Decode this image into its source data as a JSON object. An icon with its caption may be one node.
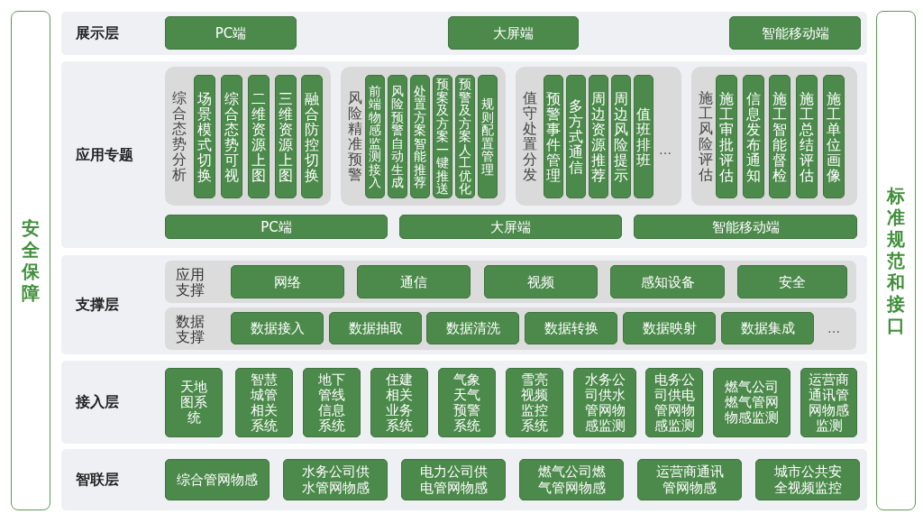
{
  "diagram": {
    "nodes": [
      {
        "text": [
          "安全保障"
        ]
      },
      {
        "text": [
          "展示层"
        ]
      },
      {
        "text": [
          "PC端"
        ],
        "in": 1
      },
      {
        "text": [
          "大屏端"
        ],
        "in": 1
      },
      {
        "text": [
          "智能移动端"
        ],
        "in": 1
      },
      {
        "text": [
          "应用专题"
        ]
      },
      {
        "text": [
          "综合态势分析"
        ],
        "in": 5
      },
      {
        "text": [
          "场景模式切换"
        ],
        "in": 6
      },
      {
        "text": [
          "综合态势可视"
        ],
        "in": 6
      },
      {
        "text": [
          "二维资源上图"
        ],
        "in": 6
      },
      {
        "text": [
          "三维资源上图"
        ],
        "in": 6
      },
      {
        "text": [
          "融合防控切换"
        ],
        "in": 6
      },
      {
        "text": [
          "风险精准预警"
        ],
        "in": 5
      },
      {
        "text": [
          "前端物感监测接入"
        ],
        "in": 12
      },
      {
        "text": [
          "风险预警自动生成"
        ],
        "in": 12
      },
      {
        "text": [
          "处置方案智能推荐"
        ],
        "in": 12
      },
      {
        "text": [
          "预案及方案一键推送"
        ],
        "in": 12
      },
      {
        "text": [
          "预警及方案人工优化"
        ],
        "in": 12
      },
      {
        "text": [
          "规则配置管理"
        ],
        "in": 12
      },
      {
        "text": [
          "值守处置分发",
          "…"
        ],
        "in": 5
      },
      {
        "text": [
          "预警事件管理"
        ],
        "in": 19
      },
      {
        "text": [
          "多方式通信"
        ],
        "in": 19
      },
      {
        "text": [
          "周边资源推荐"
        ],
        "in": 19
      },
      {
        "text": [
          "周边风险提示"
        ],
        "in": 19
      },
      {
        "text": [
          "值班排班"
        ],
        "in": 19
      },
      {
        "text": [
          "施工风险评估"
        ],
        "in": 5
      },
      {
        "text": [
          "施工审批评估"
        ],
        "in": 25
      },
      {
        "text": [
          "信息发布通知"
        ],
        "in": 25
      },
      {
        "text": [
          "施工智能督检"
        ],
        "in": 25
      },
      {
        "text": [
          "施工总结评估"
        ],
        "in": 25
      },
      {
        "text": [
          "施工单位画像"
        ],
        "in": 25
      },
      {
        "text": [
          "PC端"
        ],
        "in": 5
      },
      {
        "text": [
          "大屏端"
        ],
        "in": 5
      },
      {
        "text": [
          "智能移动端"
        ],
        "in": 5
      },
      {
        "text": [
          "支撑层"
        ]
      },
      {
        "text": [
          "应用支撑"
        ],
        "in": 34
      },
      {
        "text": [
          "网络"
        ],
        "in": 35
      },
      {
        "text": [
          "通信"
        ],
        "in": 35
      },
      {
        "text": [
          "视频"
        ],
        "in": 35
      },
      {
        "text": [
          "感知设备"
        ],
        "in": 35
      },
      {
        "text": [
          "安全"
        ],
        "in": 35
      },
      {
        "text": [
          "数据支撑",
          "…"
        ],
        "in": 34
      },
      {
        "text": [
          "数据接入"
        ],
        "in": 41
      },
      {
        "text": [
          "数据抽取"
        ],
        "in": 41
      },
      {
        "text": [
          "数据清洗"
        ],
        "in": 41
      },
      {
        "text": [
          "数据转换"
        ],
        "in": 41
      },
      {
        "text": [
          "数据映射"
        ],
        "in": 41
      },
      {
        "text": [
          "数据集成"
        ],
        "in": 41
      },
      {
        "text": [
          "接入层"
        ]
      },
      {
        "text": [
          "天地图系统"
        ],
        "in": 48
      },
      {
        "text": [
          "智慧城管相关系统"
        ],
        "in": 48
      },
      {
        "text": [
          "地下管线信息系统"
        ],
        "in": 48
      },
      {
        "text": [
          "住建相关业务系统"
        ],
        "in": 48
      },
      {
        "text": [
          "气象天气预警系统"
        ],
        "in": 48
      },
      {
        "text": [
          "雪亮视频监控系统"
        ],
        "in": 48
      },
      {
        "text": [
          "水务公司供水管网物感监测"
        ],
        "in": 48
      },
      {
        "text": [
          "电务公司供电管网物感监测"
        ],
        "in": 48
      },
      {
        "text": [
          "燃气公司燃气管网物感监测"
        ],
        "in": 48
      },
      {
        "text": [
          "运营商通讯管网物感监测"
        ],
        "in": 48
      },
      {
        "text": [
          "智联层"
        ]
      },
      {
        "text": [
          "综合管网物感"
        ],
        "in": 59
      },
      {
        "text": [
          "水务公司供水管网物感"
        ],
        "in": 59
      },
      {
        "text": [
          "电力公司供电管网物感"
        ],
        "in": 59
      },
      {
        "text": [
          "燃气公司燃气管网物感"
        ],
        "in": 59
      },
      {
        "text": [
          "运营商通讯管网物感"
        ],
        "in": 59
      },
      {
        "text": [
          "城市公共安全视频监控"
        ],
        "in": 59
      },
      {
        "text": [
          "标准规范和接口"
        ]
      }
    ]
  }
}
